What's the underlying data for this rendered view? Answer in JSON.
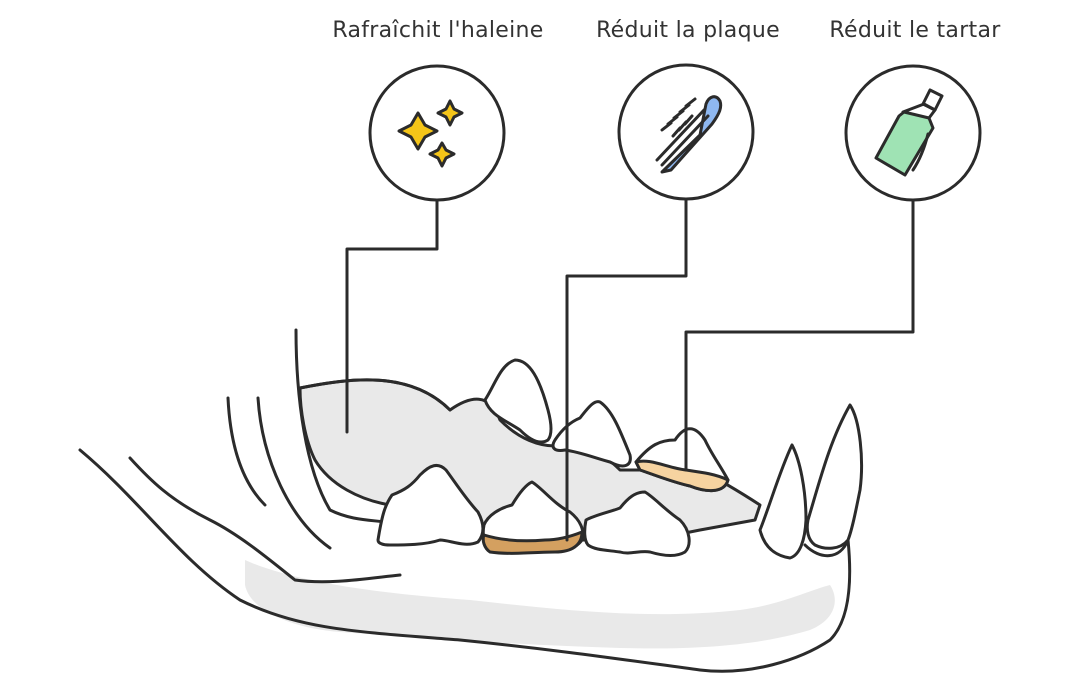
{
  "benefits": [
    {
      "label": "Rafraîchit l'haleine",
      "icon": "sparkles-icon",
      "color": "#f5c518"
    },
    {
      "label": "Réduit la plaque",
      "icon": "toothbrush-icon",
      "color": "#8fb8f0"
    },
    {
      "label": "Réduit le tartar",
      "icon": "toothpaste-tube-icon",
      "color": "#9fe3b4"
    }
  ],
  "colors": {
    "stroke": "#2b2b2b",
    "gum": "#e9e9e9",
    "plaque": "#d4a060",
    "tartar": "#f6d3a0"
  }
}
